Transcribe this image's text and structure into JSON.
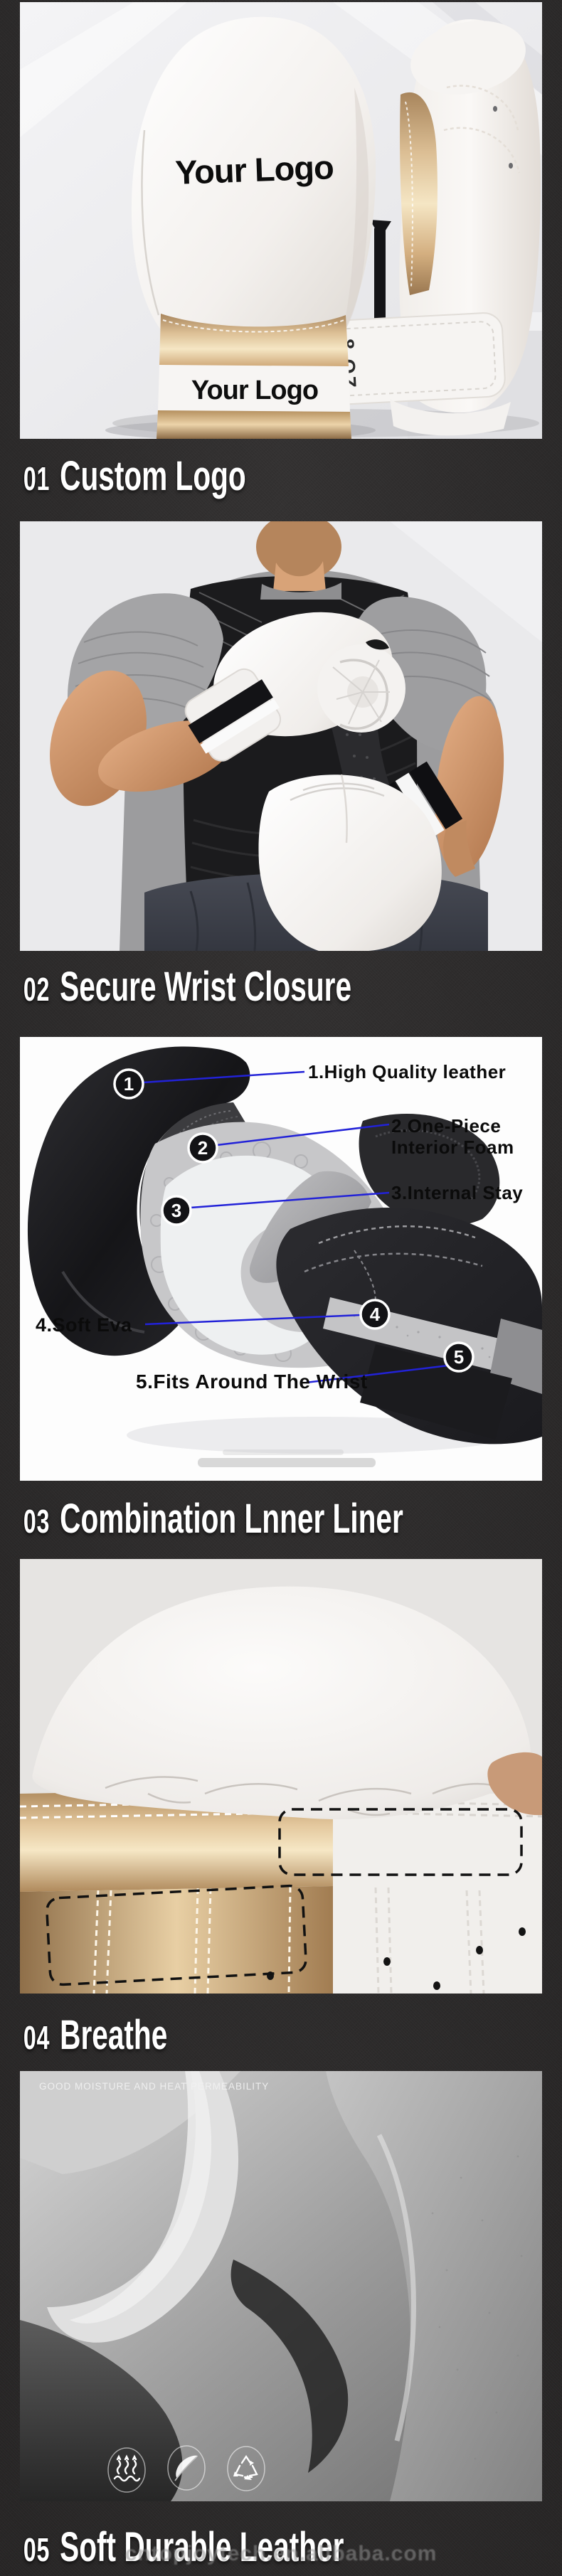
{
  "page": {
    "background_color": "#2d2b2b",
    "photo_background": "#e9e9eb",
    "watermark": "cntopjoytech.en.alibaba.com"
  },
  "sections": [
    {
      "number": "01",
      "title": "Custom Logo"
    },
    {
      "number": "02",
      "title": "Secure Wrist Closure"
    },
    {
      "number": "03",
      "title": "Combination Lnner Liner"
    },
    {
      "number": "04",
      "title": "Breathe"
    },
    {
      "number": "05",
      "title": "Soft Durable Leather"
    }
  ],
  "custom_logo_photo": {
    "front_glove_logo": "Your Logo",
    "wrist_band_logo": "Your Logo",
    "strap_weight_label": "8 OZ"
  },
  "liner_diagram": {
    "leader_line_color": "#2222d8",
    "callouts": [
      {
        "num": "1",
        "label": "1.High Quality leather"
      },
      {
        "num": "2",
        "line1": "2.One-Piece",
        "line2": "Interior Foam"
      },
      {
        "num": "3",
        "label": "3.Internal Stay"
      },
      {
        "num": "4",
        "label": "4.Soft Eva"
      },
      {
        "num": "5",
        "label": "5.Fits Around The Wrist"
      }
    ]
  },
  "leather_photo": {
    "caption": "GOOD MOISTURE AND HEAT PERMEABILITY",
    "icons": [
      "moisture-steam-icon",
      "feather-icon",
      "recycle-triangle-icon"
    ]
  },
  "colors": {
    "accent_gold": "#d4b488",
    "heading_text": "#ffffff",
    "callout_text": "#0c0c0c",
    "glove_white": "#f4f2f0",
    "shell_black": "#1b1b1e"
  }
}
